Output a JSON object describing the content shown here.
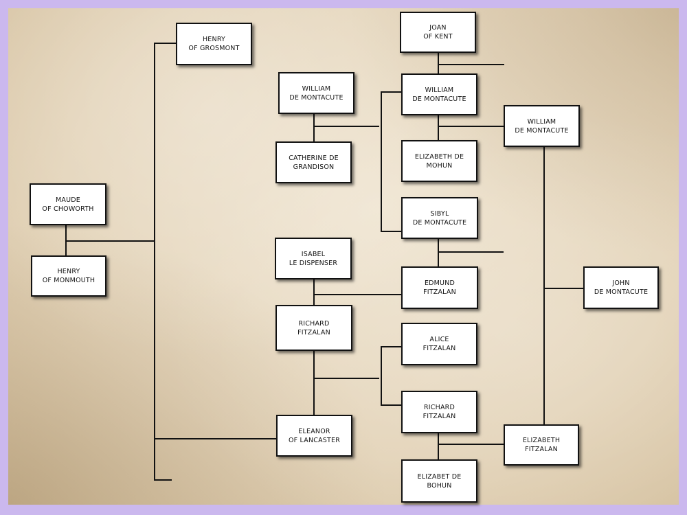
{
  "people": {
    "henry_grosmont": "HENRY\nOF GROSMONT",
    "joan_kent": "JOAN\nOF KENT",
    "william_montacute_1": "WILLIAM\nDE MONTACUTE",
    "william_montacute_2": "WILLIAM\nDE MONTACUTE",
    "william_montacute_3": "WILLIAM\nDE MONTACUTE",
    "catherine_grandison": "CATHERINE DE\nGRANDISON",
    "elizabeth_mohun": "ELIZABETH DE\nMOHUN",
    "maude_chowrth": "MAUDE\nOF CHOWORTH",
    "henry_monmouth": "HENRY\nOF MONMOUTH",
    "sibyl_montacute": "SIBYL\nDE MONTACUTE",
    "isabel_dispenser": "ISABEL\nLE DISPENSER",
    "edmund_fitzalan": "EDMUND\nFITZALAN",
    "john_montacute": "JOHN\nDE MONTACUTE",
    "richard_fitzalan_1": "RICHARD\nFITZALAN",
    "alice_fitzalan": "ALICE\nFITZALAN",
    "richard_fitzalan_2": "RICHARD\nFITZALAN",
    "eleanor_lancaster": "ELEANOR\nOF LANCASTER",
    "elizabeth_fitzalan": "ELIZABETH\nFITZALAN",
    "elizabet_bohun": "ELIZABET DE\nBOHUN"
  },
  "colors": {
    "frame": "#cbb8ee",
    "paper": "#e3d3b8",
    "line": "#111111",
    "box": "#ffffff"
  }
}
